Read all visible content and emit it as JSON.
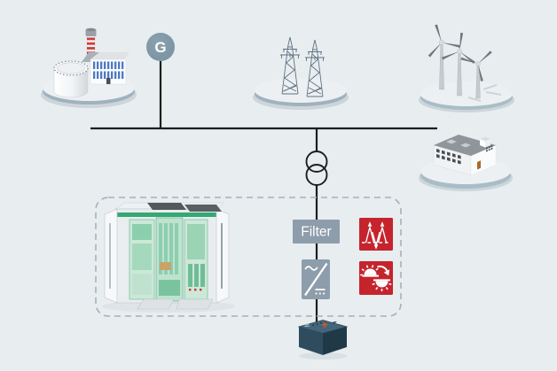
{
  "scene": {
    "background_color": "#e8edf0",
    "line_color": "#1d1d1b",
    "enclosure_dash_color": "#a6b2ba",
    "module_box_color": "#8d9dab",
    "alert_color": "#c5242d",
    "platform_top_color": "#edf0f2",
    "platform_rim_color": "#9fb2bd",
    "cabinet_accent_green": "#35a873",
    "battery_body_color": "#2e4c5e"
  },
  "nodes": {
    "generator_badge": "G",
    "filter_label": "Filter",
    "battery_minus": "−",
    "battery_plus": "+"
  },
  "icons": [
    "power-plant-icon",
    "generator-badge",
    "transmission-towers-icon",
    "wind-turbines-icon",
    "factory-building-icon",
    "transformer-icon",
    "storage-converter-cabinet-icon",
    "filter-box",
    "inverter-icon",
    "voltage-spikes-alert-icon",
    "solar-fluctuation-alert-icon",
    "battery-icon"
  ]
}
